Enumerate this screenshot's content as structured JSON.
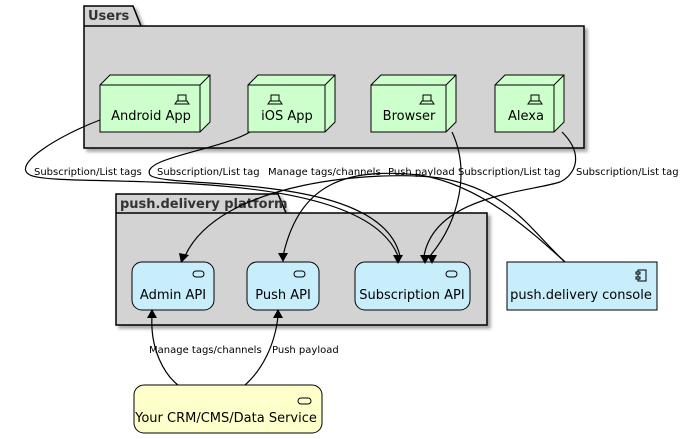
{
  "packages": {
    "users": "Users",
    "platform": "push.delivery platform"
  },
  "nodes": {
    "android": "Android App",
    "ios": "iOS App",
    "browser": "Browser",
    "alexa": "Alexa",
    "admin_api": "Admin API",
    "push_api": "Push API",
    "subscription_api": "Subscription API",
    "console": "push.delivery console",
    "crm": "Your CRM/CMS/Data Service"
  },
  "edges": {
    "android_sub": "Subscription/List tags",
    "ios_sub": "Subscription/List tag",
    "console_manage": "Manage tags/channels",
    "console_push": "Push payload",
    "browser_sub": "Subscription/List tag",
    "alexa_sub": "Subscription/List tag",
    "crm_manage": "Manage tags/channels",
    "crm_push": "Push payload"
  },
  "colors": {
    "package_fill": "#d3d3d3",
    "device_fill": "#ccffcc",
    "api_fill": "#c8eefc",
    "crm_fill": "#ffffcc"
  },
  "icons": {
    "device": "laptop-icon",
    "interface": "interface-icon",
    "component": "component-icon"
  }
}
